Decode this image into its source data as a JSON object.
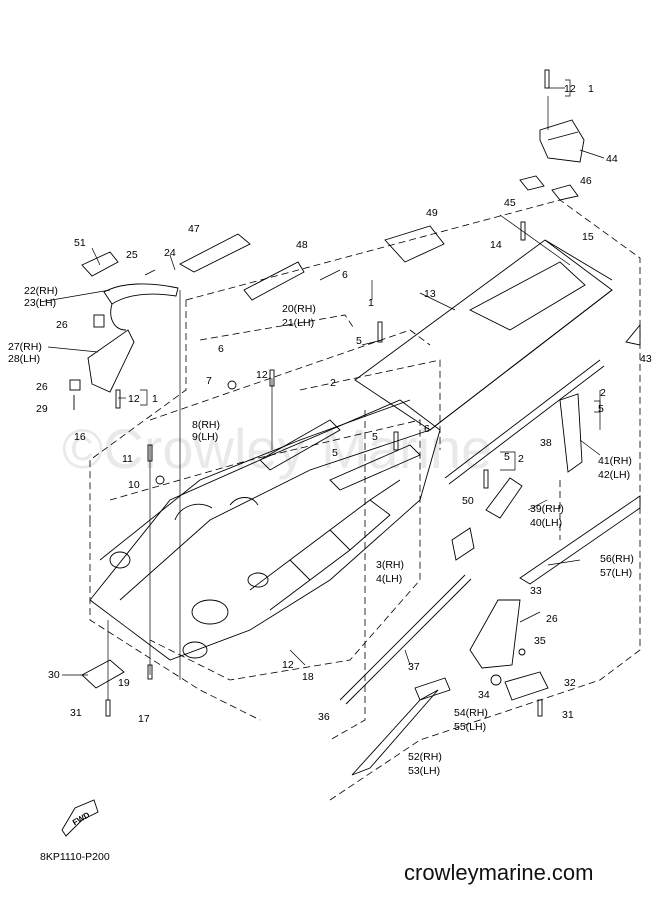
{
  "watermark": "©Crowley Marine",
  "diagram_code": "8KP1110-P200",
  "site": "crowleymarine.com",
  "fwd_label": "FWD",
  "callouts": {
    "c1a": "1",
    "c12a": "12",
    "c44": "44",
    "c45": "45",
    "c46": "46",
    "c15": "15",
    "c49": "49",
    "c14": "14",
    "c47": "47",
    "c48": "48",
    "c51": "51",
    "c25": "25",
    "c24": "24",
    "c6a": "6",
    "c1b": "1",
    "c13": "13",
    "c22": "22(RH)",
    "c23": "23(LH)",
    "c20": "20(RH)",
    "c21": "21(LH)",
    "c26a": "26",
    "c5a": "5",
    "c27": "27(RH)",
    "c28": "28(LH)",
    "c6b": "6",
    "c7": "7",
    "c12b": "12",
    "c2a": "2",
    "c43": "43",
    "c26b": "26",
    "c29": "29",
    "c12c": "12",
    "c1c": "1",
    "c8": "8(RH)",
    "c9": "9(LH)",
    "c2b": "2",
    "c5b": "5",
    "c16": "16",
    "c5c": "5",
    "c6c": "6",
    "c38": "38",
    "c11": "11",
    "c5d": "5",
    "c5e": "5",
    "c2c": "2",
    "c41": "41(RH)",
    "c42": "42(LH)",
    "c10": "10",
    "c50": "50",
    "c39": "39(RH)",
    "c40": "40(LH)",
    "c3": "3(RH)",
    "c4": "4(LH)",
    "c56": "56(RH)",
    "c57": "57(LH)",
    "c33": "33",
    "c26c": "26",
    "c35": "35",
    "c12d": "12",
    "c37": "37",
    "c30": "30",
    "c19": "19",
    "c18": "18",
    "c32": "32",
    "c34": "34",
    "c54": "54(RH)",
    "c55": "55(LH)",
    "c31a": "31",
    "c17": "17",
    "c36": "36",
    "c31b": "31",
    "c52": "52(RH)",
    "c53": "53(LH)"
  }
}
